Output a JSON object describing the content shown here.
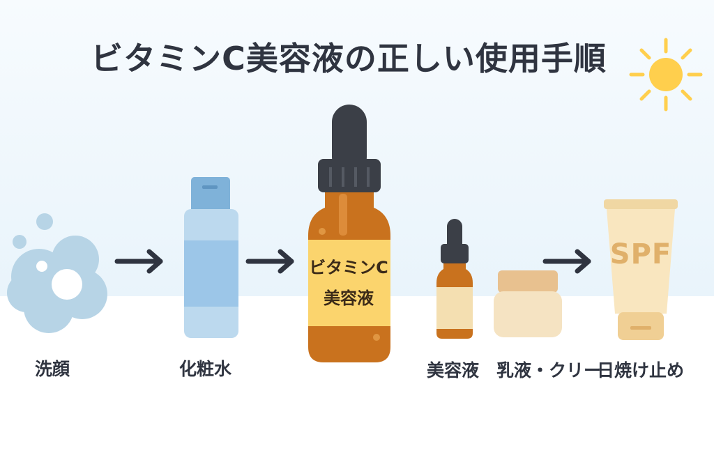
{
  "title": "ビタミンC美容液の正しい使用手順",
  "steps": [
    {
      "label": "洗顔",
      "icon": "foam-bubbles-icon"
    },
    {
      "label": "化粧水",
      "icon": "toner-bottle-icon"
    },
    {
      "label": "ビタミンC\n美容液",
      "icon": "vitamin-c-serum-bottle-icon"
    },
    {
      "label": "美容液",
      "icon": "serum-dropper-bottle-icon"
    },
    {
      "label": "乳液・クリー",
      "icon": "cream-jar-icon"
    },
    {
      "label": "日焼け止め",
      "icon": "sunscreen-tube-icon"
    }
  ],
  "hero_bottle": {
    "line1": "ビタミンC",
    "line2": "美容液"
  },
  "sunscreen": {
    "badge": "SPF"
  },
  "colors": {
    "title": "#2f3440",
    "foam": "#b7d4e6",
    "toner_cap": "#7fb2d9",
    "toner_body": "#a8cce9",
    "amber": "#c9721e",
    "label_yellow": "#fbd46d",
    "cream": "#f4e2bf",
    "sun": "#ffcf4d"
  }
}
